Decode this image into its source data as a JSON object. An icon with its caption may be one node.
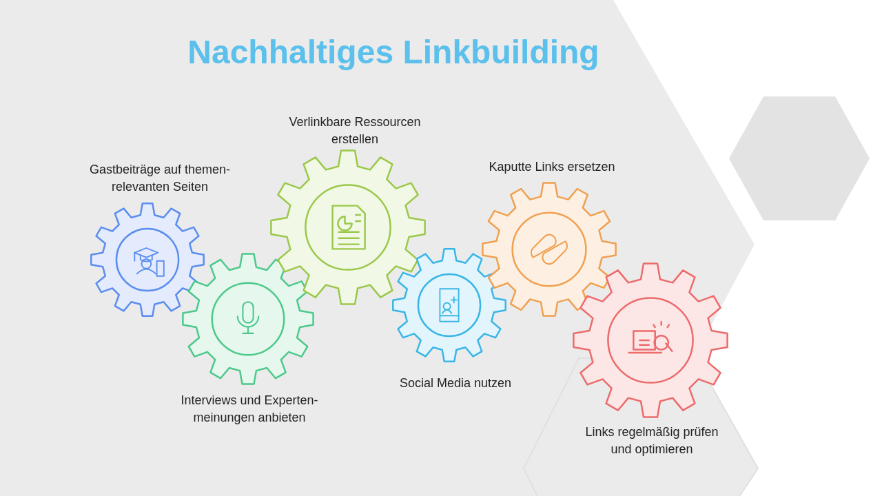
{
  "diagram": {
    "title": "Nachhaltiges Linkbuilding",
    "nodes": [
      {
        "text": [
          "Gastbeiträge auf themen- relevanten Seiten"
        ]
      },
      {
        "text": [
          "Interviews und Experten- meinungen anbieten"
        ]
      },
      {
        "text": [
          "Verlinkbare Ressourcen erstellen"
        ]
      },
      {
        "text": [
          "Social Media nutzen"
        ]
      },
      {
        "text": [
          "Kaputte Links ersetzen"
        ]
      },
      {
        "text": [
          "Links regelmäßig prüfen und optimieren"
        ]
      }
    ],
    "edges": []
  }
}
